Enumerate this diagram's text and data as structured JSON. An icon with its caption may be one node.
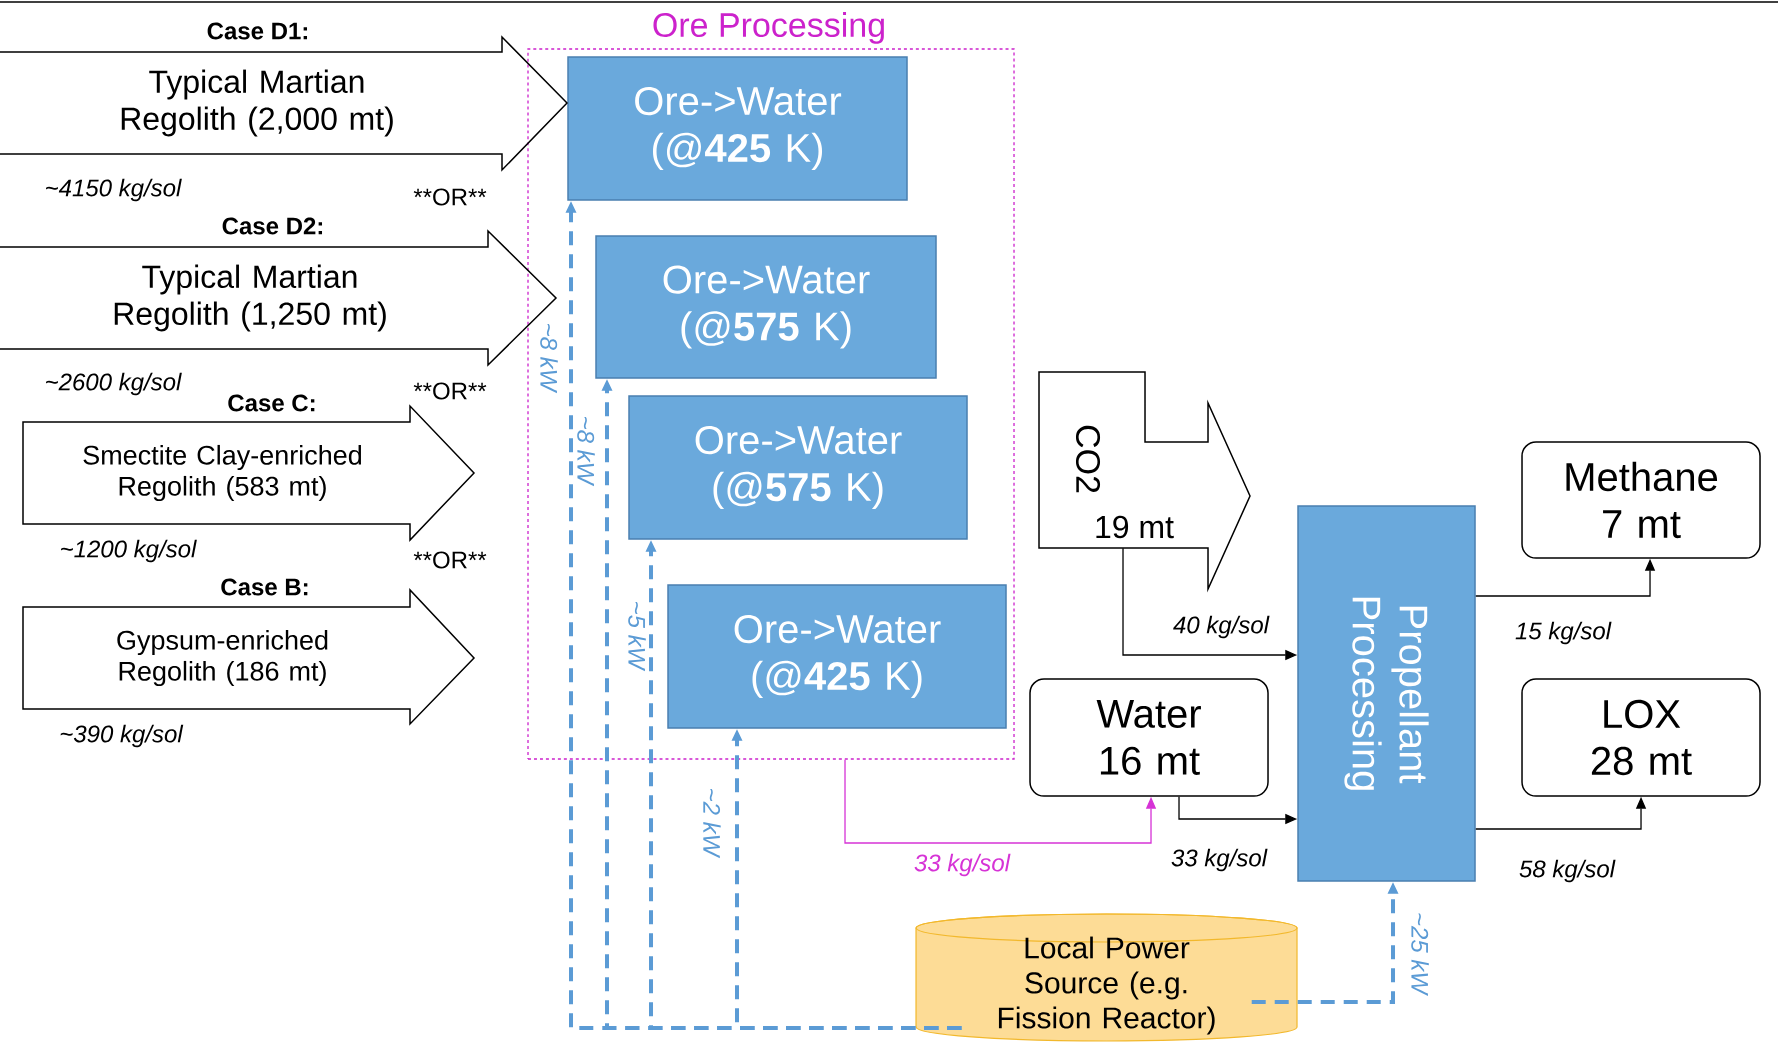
{
  "diagram": {
    "nodes": [
      {
        "text": [
          "Ore Processing"
        ]
      },
      {
        "text": [
          "Ore->Water (@**425** K)"
        ],
        "in": 0
      },
      {
        "text": [
          "Ore->Water (@**575** K)"
        ],
        "in": 0
      },
      {
        "text": [
          "Ore->Water (@**575** K)"
        ],
        "in": 0
      },
      {
        "text": [
          "Ore->Water (@**425** K)"
        ],
        "in": 0
      },
      {
        "text": [
          "Case D1:",
          "Typical Martian Regolith (2,000 mt)"
        ],
        "beside": [
          "~4150 kg/sol"
        ]
      },
      {
        "text": [
          "Case D2:",
          "Typical Martian Regolith (1,250 mt)"
        ],
        "beside": [
          "~2600 kg/sol"
        ]
      },
      {
        "text": [
          "Case C:",
          "Smectite Clay-enriched Regolith (583 mt)"
        ],
        "beside": [
          "~1200 kg/sol"
        ]
      },
      {
        "text": [
          "Case B:",
          "Gypsum-enriched Regolith (186 mt)"
        ],
        "beside": [
          "~390 kg/sol"
        ]
      },
      {
        "text": [
          "CO2",
          "19 mt"
        ]
      },
      {
        "text": [
          "Water 16 mt"
        ]
      },
      {
        "text": [
          "Propellant Processing"
        ]
      },
      {
        "text": [
          "Methane 7 mt"
        ]
      },
      {
        "text": [
          "LOX 28 mt"
        ]
      },
      {
        "text": [
          "Local Power Source (e.g. Fission Reactor)"
        ]
      }
    ],
    "edges": [
      {
        "from": 9,
        "to": 11,
        "arrow": "to",
        "label": "40 kg/sol",
        "color": "#000000"
      },
      {
        "from": 10,
        "to": 11,
        "arrow": "to",
        "label": "33 kg/sol",
        "color": "#000000"
      },
      {
        "from": 0,
        "to": 10,
        "arrow": "to",
        "label": "33 kg/sol",
        "color": "#d633d6"
      },
      {
        "from": 11,
        "to": 12,
        "arrow": "to",
        "label": "15 kg/sol",
        "color": "#000000"
      },
      {
        "from": 11,
        "to": 13,
        "arrow": "to",
        "label": "58 kg/sol",
        "color": "#000000"
      },
      {
        "from": 14,
        "to": 11,
        "arrow": "to",
        "label": "~25 kW",
        "style": "dashed",
        "color": "#5b9bd5"
      },
      {
        "from": 14,
        "to": 1,
        "arrow": "to",
        "label": "~8 kW",
        "style": "dashed",
        "color": "#5b9bd5"
      },
      {
        "from": 14,
        "to": 2,
        "arrow": "to",
        "label": "~8 kW",
        "style": "dashed",
        "color": "#5b9bd5"
      },
      {
        "from": 14,
        "to": 3,
        "arrow": "to",
        "label": "~5 kW",
        "style": "dashed",
        "color": "#5b9bd5"
      },
      {
        "from": 14,
        "to": 4,
        "arrow": "to",
        "label": "~2 kW",
        "style": "dashed",
        "color": "#5b9bd5"
      }
    ],
    "labels": [
      "**OR**",
      "**OR**",
      "**OR**"
    ]
  }
}
